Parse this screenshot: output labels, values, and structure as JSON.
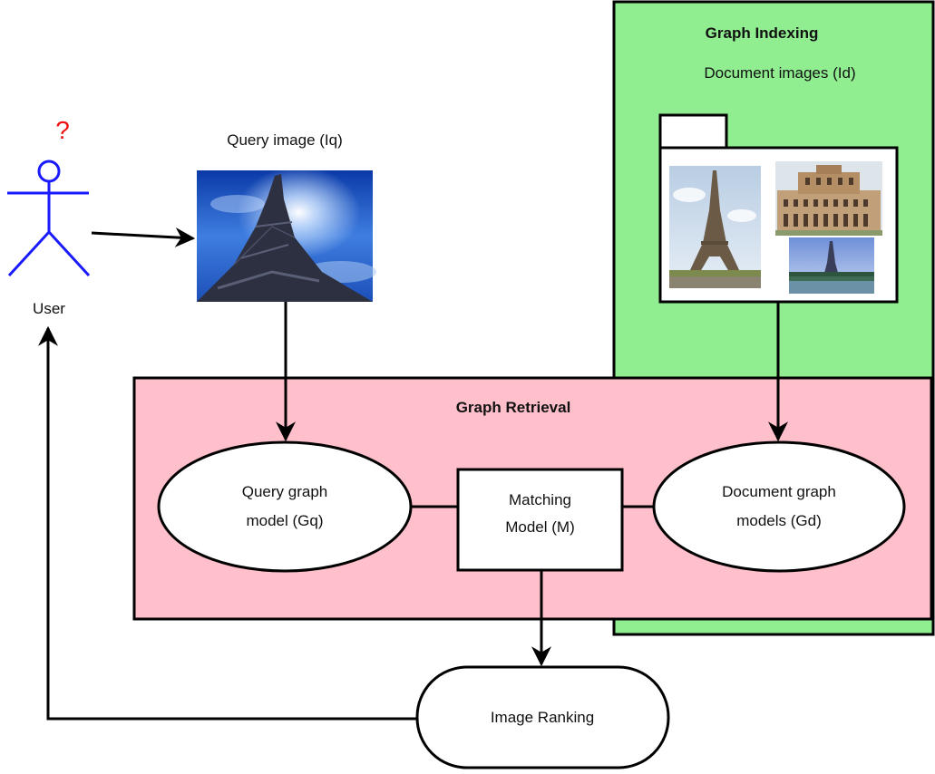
{
  "user": {
    "label": "User",
    "question_mark": "?",
    "icon": "stick-figure-icon",
    "color": "#1a1aff",
    "question_color": "#ee1111"
  },
  "query_image": {
    "caption": "Query image (Iq)",
    "icon": "eiffel-tower-photo"
  },
  "graph_indexing": {
    "title": "Graph Indexing",
    "subtitle": "Document images (Id)",
    "color": "#90ee90",
    "folder_icon": "folder-icon",
    "thumbnails": [
      "eiffel-tower-day-photo",
      "building-photo",
      "eiffel-tower-river-photo"
    ]
  },
  "graph_retrieval": {
    "title": "Graph Retrieval",
    "color": "#ffc0cb",
    "query_model": [
      "Query graph",
      "model (Gq)"
    ],
    "matching_model": [
      "Matching",
      "Model (M)"
    ],
    "document_models": [
      "Document graph",
      "models (Gd)"
    ]
  },
  "ranking": {
    "label": "Image Ranking"
  }
}
